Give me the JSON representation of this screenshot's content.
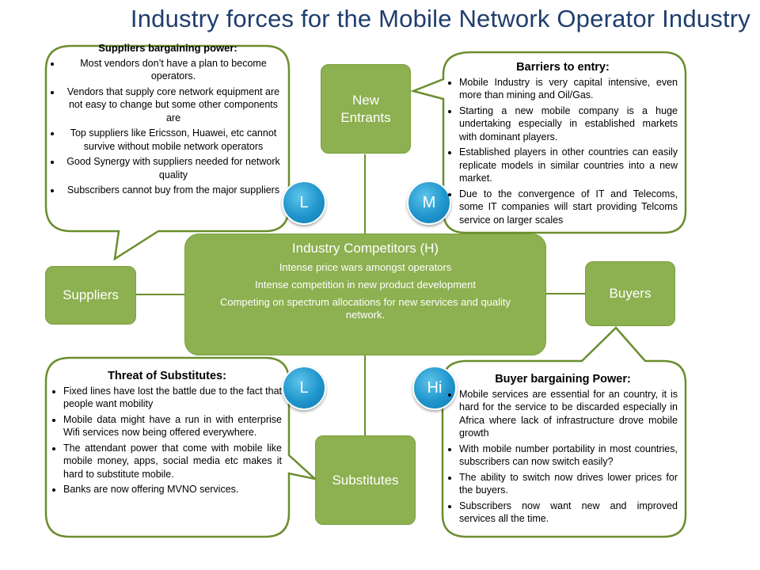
{
  "title": "Industry forces for the Mobile Network Operator Industry",
  "nodes": {
    "new_entrants": "New\nEntrants",
    "suppliers": "Suppliers",
    "buyers": "Buyers",
    "substitutes": "Substitutes"
  },
  "center": {
    "title": "Industry Competitors (H)",
    "lines": [
      "Intense price wars amongst operators",
      "Intense competition in new product development",
      "Competing on spectrum allocations for new services and quality network."
    ]
  },
  "ratings": {
    "suppliers": "L",
    "new_entrants": "M",
    "substitutes": "L",
    "buyers": "Hi"
  },
  "suppliers_power": {
    "heading": "Suppliers bargaining power:",
    "items": [
      "Most vendors don’t have a plan to become operators.",
      "Vendors that supply core network equipment are not easy to change but some other components are",
      "Top suppliers like Ericsson, Huawei, etc cannot survive without mobile network operators",
      "Good Synergy with suppliers needed for network quality",
      "Subscribers cannot buy from the major suppliers"
    ]
  },
  "barriers": {
    "heading": "Barriers to entry:",
    "items": [
      "Mobile Industry is very capital intensive, even more than mining and Oil/Gas.",
      "Starting a new mobile company is a huge undertaking especially in established markets with dominant players.",
      "Established players in other countries can easily replicate models in similar countries into a new market.",
      "Due to the convergence of IT and Telecoms, some IT companies will start providing Telcoms service on larger scales"
    ]
  },
  "substitutes_threat": {
    "heading": "Threat of Substitutes:",
    "items": [
      "Fixed lines have lost the battle due to the fact that people want mobility",
      "Mobile data might have a run in with enterprise Wifi services now being offered everywhere.",
      "The attendant power that come with mobile like mobile money, apps, social media etc makes it hard to substitute mobile.",
      "Banks are now offering MVNO services."
    ]
  },
  "buyer_power": {
    "heading": "Buyer bargaining Power:",
    "items": [
      "Mobile services are essential for an country, it is hard for the service to be discarded especially in Africa where lack of infrastructure drove mobile growth",
      "With mobile number portability in most countries, subscribers can now switch easily?",
      "The ability to switch now drives lower prices for the buyers.",
      "Subscribers now want new and improved services all the time."
    ]
  },
  "colors": {
    "box_green": "#8db050",
    "callout_border": "#6b8e2e",
    "circle_blue": "#1f95cc",
    "title_blue": "#1f3d6e"
  }
}
